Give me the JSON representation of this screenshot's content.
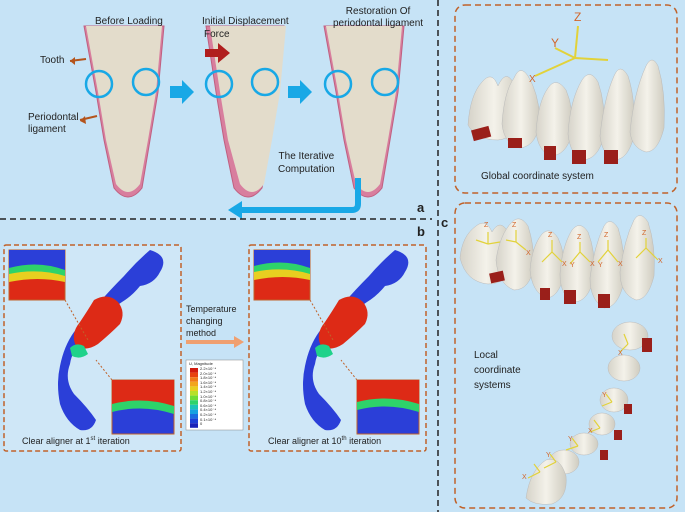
{
  "panel_a": {
    "before_loading": "Before Loading",
    "initial_displacement": "Initial Displacement",
    "restoration_line1": "Restoration Of",
    "restoration_line2": "periodontal ligament",
    "force": "Force",
    "tooth": "Tooth",
    "ligament_line1": "Periodontal",
    "ligament_line2": "ligament",
    "iterative_line1": "The Iterative",
    "iterative_line2": "Computation",
    "label": "a"
  },
  "panel_b": {
    "label": "b",
    "method_line1": "Temperature",
    "method_line2": "changing",
    "method_line3": "method",
    "caption_left_prefix": "Clear aligner at 1",
    "caption_left_sup": "st",
    "caption_left_suffix": " iteration",
    "caption_right_prefix": "Clear aligner at 10",
    "caption_right_sup": "th",
    "caption_right_suffix": " iteration",
    "legend_title": "U, Magnitude",
    "legend_values": [
      "2.2×10⁻⁴",
      "2.0×10⁻⁴",
      "1.8×10⁻⁴",
      "1.6×10⁻⁴",
      "1.4×10⁻⁴",
      "1.2×10⁻⁴",
      "1.0×10⁻⁴",
      "0.8×10⁻⁴",
      "0.6×10⁻⁴",
      "0.4×10⁻⁴",
      "0.2×10⁻⁴",
      "0.1×10⁻⁴",
      "0"
    ],
    "legend_colors": [
      "#d11a0d",
      "#e8420f",
      "#f07a18",
      "#f2a61e",
      "#e8cf20",
      "#b6e029",
      "#6fdc35",
      "#2ed36a",
      "#1cc3b7",
      "#18a2e0",
      "#1c6de0",
      "#1d3fd6",
      "#1a22b8"
    ]
  },
  "panel_c": {
    "label": "c",
    "global_caption": "Global coordinate system",
    "local_line1": "Local",
    "local_line2": "coordinate",
    "local_line3": "systems",
    "axis_z": "Z",
    "axis_y": "Y",
    "axis_x": "X"
  },
  "colors": {
    "background": "#c6e3f6",
    "box_border": "#c0622a",
    "tooth": "#e3dccb",
    "ligament": "#e08aa8",
    "circle": "#18a8e6",
    "arrow_blue": "#18a8e6",
    "force_arrow": "#b01e1e",
    "pointer": "#b4541c",
    "aligner_blue": "#2b3fd8",
    "aligner_red": "#dd2a16",
    "tooth_model": "#efeee2",
    "attachment": "#9a1f1a",
    "axis_yellow": "#e2d23a",
    "axis_orange": "#d2652a"
  }
}
